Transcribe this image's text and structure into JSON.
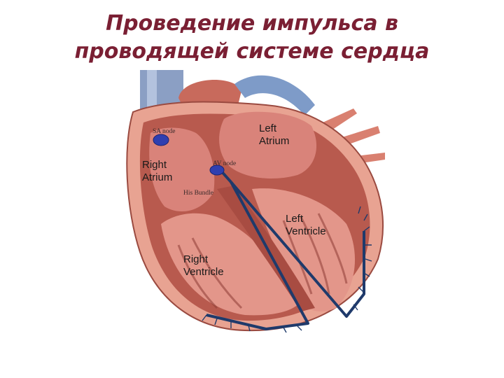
{
  "slide": {
    "title_line1": "Проведение импульса в",
    "title_line2": "проводящей системе сердца"
  },
  "diagram": {
    "labels": {
      "sa_node": "SA node",
      "left_atrium_1": "Left",
      "left_atrium_2": "Atrium",
      "right_atrium_1": "Right",
      "right_atrium_2": "Atrium",
      "av_node": "AV node",
      "his_bundle": "His Bundle",
      "left_ventricle_1": "Left",
      "left_ventricle_2": "Ventricle",
      "right_ventricle_1": "Right",
      "right_ventricle_2": "Ventricle"
    },
    "colors": {
      "title": "#7a1f33",
      "myocardium": "#b85a4e",
      "outer_wall": "#e8a392",
      "vessel_vena_cava": "#8b9fc4",
      "aorta": "#c86a5c",
      "conduction_path": "#1f3a6b",
      "node": "#2f3fb0"
    }
  }
}
